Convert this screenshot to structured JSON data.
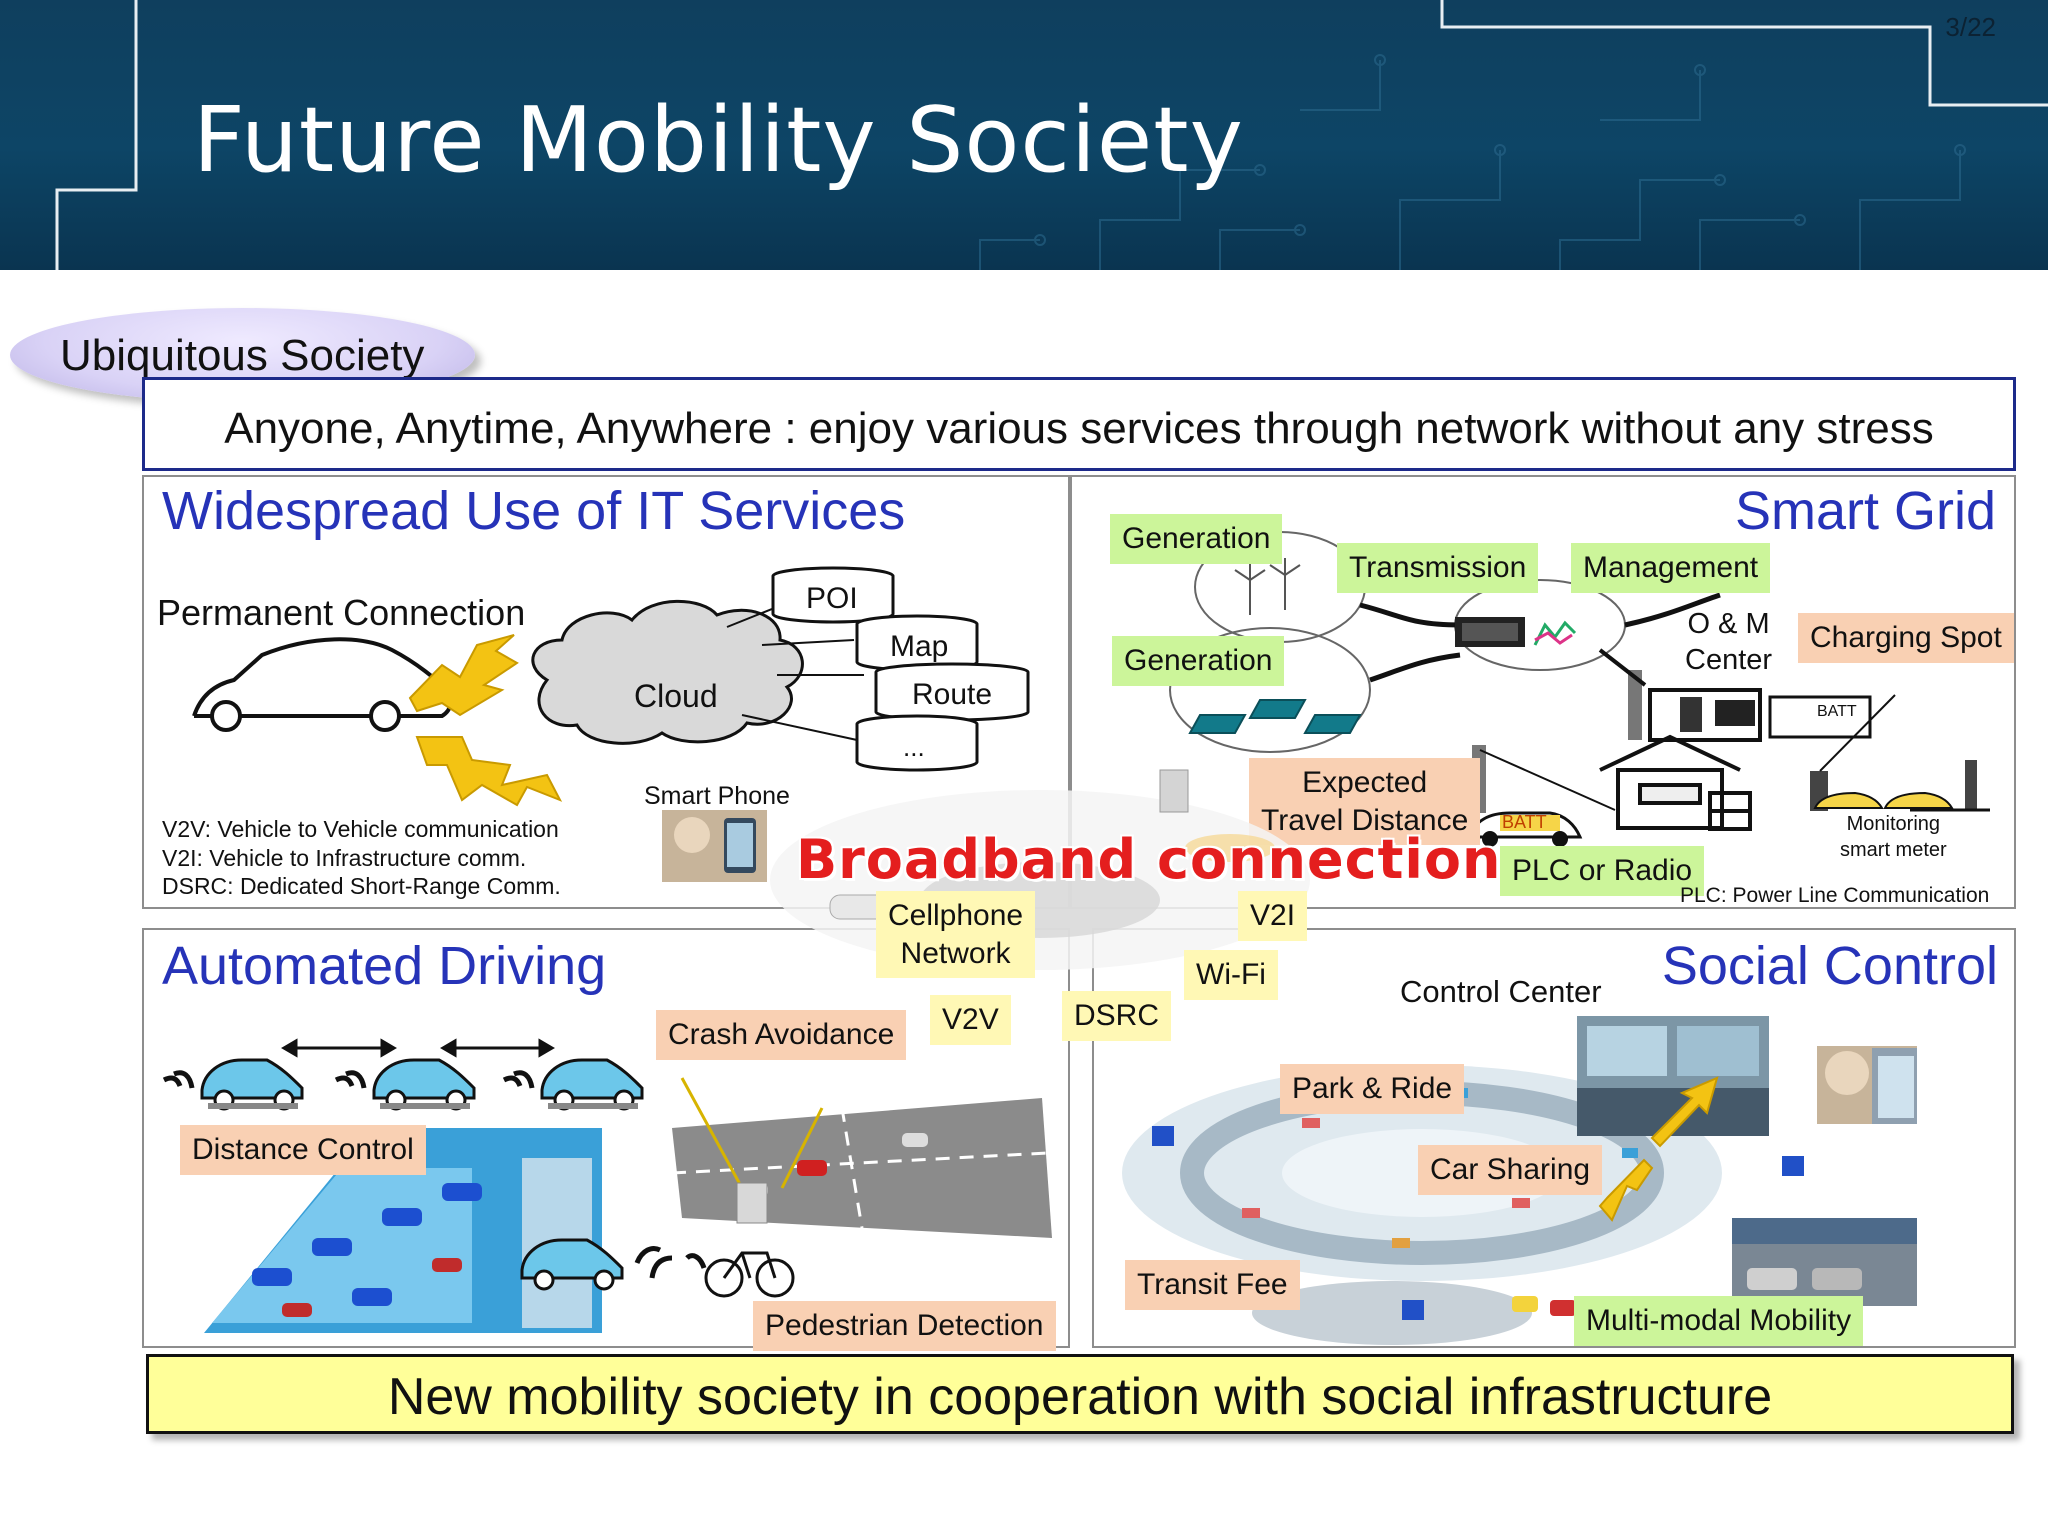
{
  "slide": {
    "title": "Future Mobility Society",
    "page": "3/22"
  },
  "header_pill": "Ubiquitous Society",
  "banner": "Anyone, Anytime, Anywhere : enjoy various services through network without any stress",
  "it_services": {
    "title": "Widespread Use of IT Services",
    "permanent_connection": "Permanent Connection",
    "cloud": "Cloud",
    "databases": [
      "POI",
      "Map",
      "Route",
      "..."
    ],
    "smart_phone": "Smart Phone",
    "definitions": [
      "V2V:  Vehicle to Vehicle communication",
      "V2I:  Vehicle to Infrastructure comm.",
      "DSRC: Dedicated Short-Range Comm."
    ]
  },
  "smart_grid": {
    "title": "Smart Grid",
    "tags": {
      "generation_1": "Generation",
      "transmission": "Transmission",
      "management": "Management",
      "generation_2": "Generation",
      "charging_spot": "Charging Spot",
      "expected_travel": "Expected\nTravel Distance",
      "plc_radio": "PLC or Radio"
    },
    "om_center": "O & M\nCenter",
    "batt": "BATT",
    "monitoring": "Monitoring\nsmart meter",
    "plc_note": "PLC: Power Line Communication"
  },
  "broadband": "Broadband connection",
  "network_tags": {
    "cellphone": "Cellphone\nNetwork",
    "v2i": "V2I",
    "wifi": "Wi-Fi",
    "v2v": "V2V",
    "dsrc": "DSRC"
  },
  "automated_driving": {
    "title": "Automated Driving",
    "crash_avoidance": "Crash Avoidance",
    "distance_control": "Distance Control",
    "pedestrian_detection": "Pedestrian Detection"
  },
  "social_control": {
    "title": "Social Control",
    "control_center": "Control Center",
    "park_ride": "Park & Ride",
    "car_sharing": "Car Sharing",
    "transit_fee": "Transit Fee",
    "multimodal": "Multi-modal Mobility"
  },
  "footer": "New mobility society in cooperation with social infrastructure",
  "colors": {
    "header_bg": "#0d4566",
    "panel_title": "#2633b8",
    "broadband": "#e41e1e",
    "tag_orange": "#f9d0b3",
    "tag_green": "#ccf59a",
    "tag_yellow": "#fff8b5",
    "footer_bg": "#ffff99"
  }
}
